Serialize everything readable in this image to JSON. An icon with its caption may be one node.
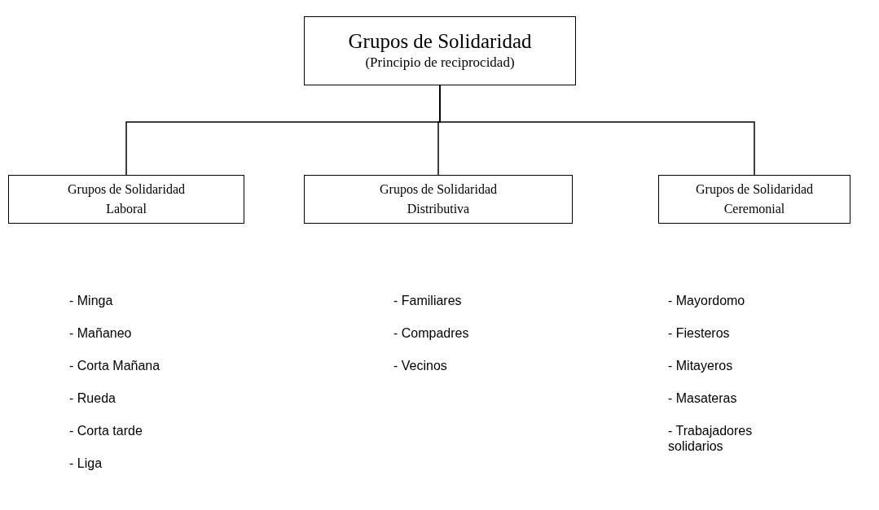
{
  "diagram": {
    "nodes": [
      {
        "text": [
          "Grupos de Solidaridad",
          "(Principio de reciprocidad)"
        ]
      },
      {
        "text": [
          "Grupos de Solidaridad Laboral"
        ]
      },
      {
        "text": [
          "Grupos de Solidaridad Distributiva"
        ]
      },
      {
        "text": [
          "Grupos de Solidaridad Ceremonial"
        ]
      }
    ],
    "edges": [
      {
        "from": 0,
        "to": 1,
        "arrow": "none"
      },
      {
        "from": 0,
        "to": 2,
        "arrow": "none"
      },
      {
        "from": 0,
        "to": 3,
        "arrow": "none"
      }
    ],
    "labels": [
      "- Minga",
      "- Mañaneo",
      "- Corta Mañana",
      "- Rueda",
      "- Corta tarde",
      "- Liga",
      "- Familiares",
      "- Compadres",
      "- Vecinos",
      "- Mayordomo",
      "- Fiesteros",
      "- Mitayeros",
      "- Masateras",
      "- Trabajadores solidarios"
    ]
  }
}
